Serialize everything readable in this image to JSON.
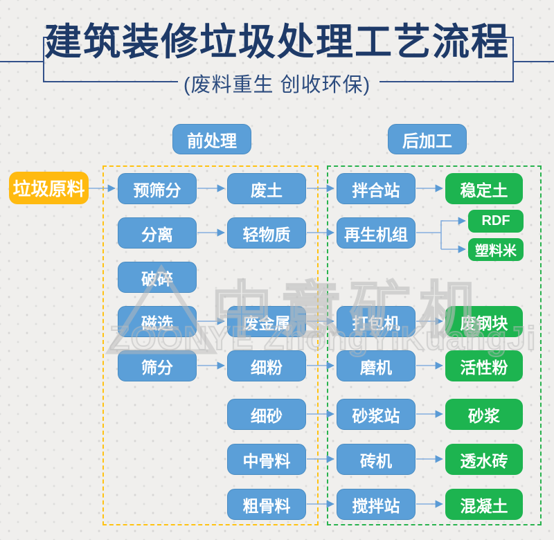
{
  "page": {
    "title": "建筑装修垃圾处理工艺流程",
    "subtitle": "(废料重生 创收环保)"
  },
  "headers": {
    "pre": "前处理",
    "post": "后加工"
  },
  "source": {
    "label": "垃圾原料"
  },
  "flow": {
    "row1": {
      "c1": "预筛分",
      "c2": "废土",
      "c3": "拌合站",
      "c4": "稳定土"
    },
    "row2": {
      "c1": "分离",
      "c2": "轻物质",
      "c3": "再生机组",
      "c4a": "RDF",
      "c4b": "塑料米"
    },
    "row3": {
      "c1": "破碎"
    },
    "row4": {
      "c1": "磁选",
      "c2": "废金属",
      "c3": "打包机",
      "c4": "废钢块"
    },
    "row5": {
      "c1": "筛分",
      "c2": "细粉",
      "c3": "磨机",
      "c4": "活性粉"
    },
    "row6": {
      "c2": "细砂",
      "c3": "砂浆站",
      "c4": "砂浆"
    },
    "row7": {
      "c2": "中骨料",
      "c3": "砖机",
      "c4": "透水砖"
    },
    "row8": {
      "c2": "粗骨料",
      "c3": "搅拌站",
      "c4": "混凝土"
    }
  },
  "watermark": {
    "cn": "中意矿机",
    "en": "ZOONYE ZhongYiKuangJi"
  },
  "colors": {
    "title_navy": "#1e3a68",
    "node_blue": "#5b9fd8",
    "node_green": "#1db450",
    "source_yellow": "#ffba10",
    "dash_yellow": "#ffc212",
    "dash_green": "#29b34e",
    "arrow_blue": "#5b9bd5",
    "background": "#f0efed"
  }
}
